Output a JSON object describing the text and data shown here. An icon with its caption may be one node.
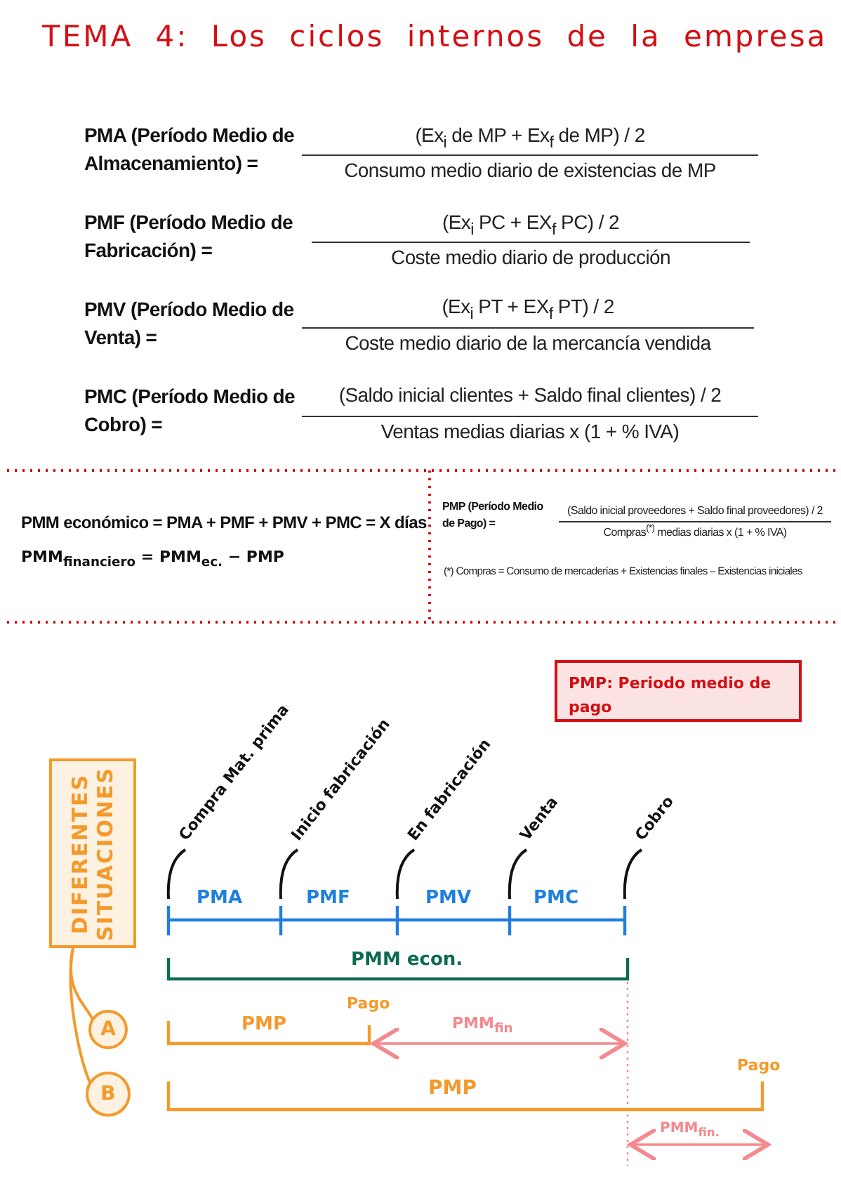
{
  "diagram": {
    "title": "TEMA 4: Los ciclos internos de la empresa",
    "nodes": [
      {
        "text": [
          "DIFERENTES SITUACIONES"
        ]
      },
      {
        "text": [
          "A"
        ]
      },
      {
        "text": [
          "B"
        ]
      },
      {
        "text": [
          "PMP: Periodo medio de pago"
        ]
      },
      {
        "text": [
          "Compra Mat. prima"
        ]
      },
      {
        "text": [
          "Inicio fabricación"
        ]
      },
      {
        "text": [
          "En fabricación"
        ]
      },
      {
        "text": [
          "Venta"
        ]
      },
      {
        "text": [
          "Cobro"
        ]
      }
    ],
    "edges": [
      {
        "from": 0,
        "to": 1,
        "arrow": "none",
        "color": "#f39a2b"
      },
      {
        "from": 0,
        "to": 2,
        "arrow": "none",
        "color": "#f39a2b"
      },
      {
        "from": 4,
        "to": null,
        "arrow": "none"
      },
      {
        "from": 5,
        "to": null,
        "arrow": "none"
      },
      {
        "from": 6,
        "to": null,
        "arrow": "none"
      },
      {
        "from": 7,
        "to": null,
        "arrow": "none"
      },
      {
        "from": 8,
        "to": null,
        "arrow": "none"
      }
    ],
    "labels": [
      "PMA (Período Medio de Almacenamiento) =",
      "(Ex$_{i}$ de MP + Ex$_{f}$ de MP) / 2",
      "Consumo medio diario de existencias de MP",
      "PMF (Período Medio de Fabricación) =",
      "(Ex$_{i}$ PC + EX$_{f}$ PC) / 2",
      "Coste medio diario de producción",
      "PMV (Período Medio de Venta) =",
      "(Ex$_{i}$ PT + EX$_{f}$ PT) / 2",
      "Coste medio diario de la mercancía vendida",
      "PMC (Período Medio de Cobro) =",
      "(Saldo inicial clientes + Saldo final clientes) / 2",
      "Ventas medias diarias x (1 + % IVA)",
      "PMM económico = PMA + PMF + PMV + PMC = X días",
      "PMM$_{financiero}$ = PMM$_{ec.}$ − PMP",
      "PMP (Período Medio de Pago) =",
      "(Saldo inicial proveedores + Saldo final proveedores) / 2",
      "Compras$^{(*)}$ medias diarias x (1 + % IVA)",
      "(*) Compras = Consumo de mercaderías + Existencias finales – Existencias iniciales",
      "PMA",
      "PMF",
      "PMV",
      "PMC",
      "PMM econ.",
      "PMP",
      "Pago",
      "PMM$_{fin}$",
      "Pago",
      "PMP",
      "PMM$_{fin.}$"
    ]
  }
}
